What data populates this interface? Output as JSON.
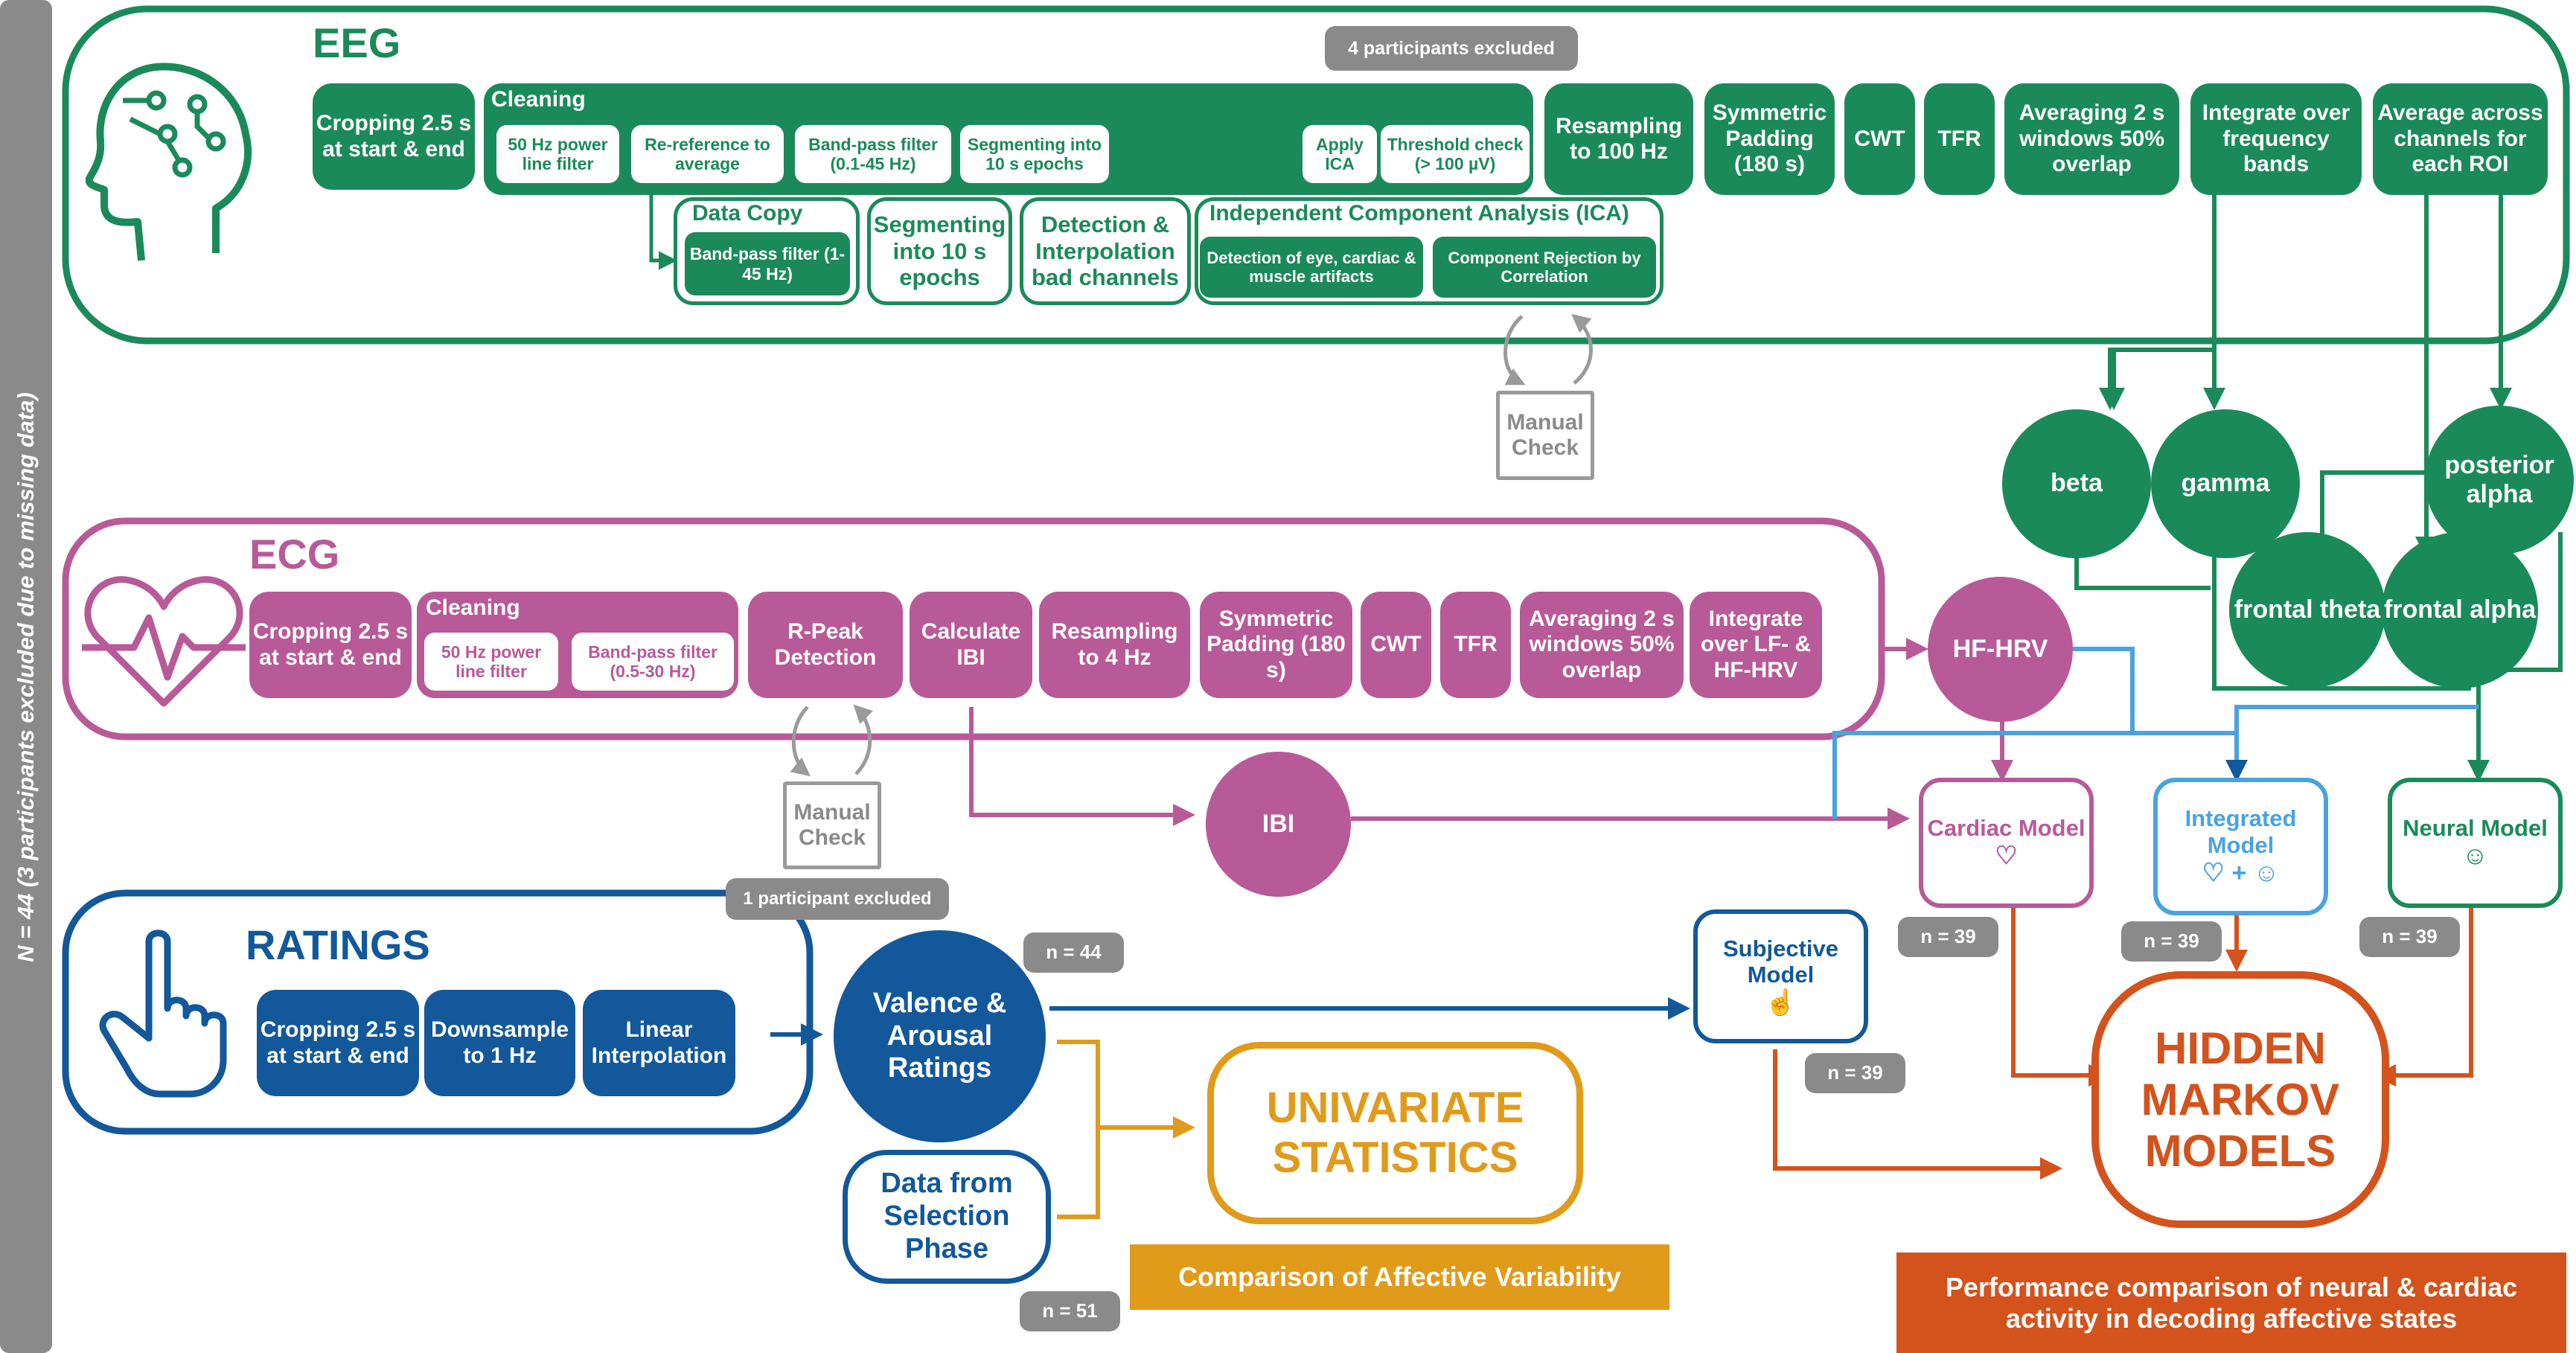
{
  "side_label": "N = 44 (3 participants excluded due to missing data)",
  "eeg": {
    "title": "EEG",
    "cropping": "Cropping 2.5 s at start & end",
    "cleaning": "Cleaning",
    "power_line": "50 Hz power line filter",
    "rereference": "Re-reference to average",
    "bandpass": "Band-pass filter (0.1-45 Hz)",
    "segmenting": "Segmenting into 10 s epochs",
    "apply_ica": "Apply ICA",
    "threshold": "Threshold check (> 100 µV)",
    "excluded": "4 participants excluded",
    "resampling": "Resampling to 100 Hz",
    "padding": "Symmetric Padding (180 s)",
    "cwt": "CWT",
    "tfr": "TFR",
    "averaging": "Averaging 2 s windows 50% overlap",
    "integrate": "Integrate over frequency bands",
    "average_roi": "Average across channels for each ROI",
    "data_copy": "Data Copy",
    "copy_bandpass": "Band-pass filter (1-45 Hz)",
    "seg2": "Segmenting into 10 s epochs",
    "interp": "Detection & Interpolation bad channels",
    "ica_title": "Independent Component Analysis (ICA)",
    "ica_detect": "Detection of eye, cardiac & muscle artifacts",
    "ica_reject": "Component Rejection by Correlation",
    "manual_check": "Manual Check"
  },
  "bands": {
    "beta": "beta",
    "gamma": "gamma",
    "posterior_alpha": "posterior alpha",
    "frontal_theta": "frontal theta",
    "frontal_alpha": "frontal alpha"
  },
  "ecg": {
    "title": "ECG",
    "cropping": "Cropping 2.5 s at start & end",
    "cleaning": "Cleaning",
    "power_line": "50 Hz power line filter",
    "bandpass": "Band-pass filter (0.5-30 Hz)",
    "rpeak": "R-Peak Detection",
    "ibi_calc": "Calculate IBI",
    "resampling": "Resampling to 4 Hz",
    "padding": "Symmetric Padding (180 s)",
    "cwt": "CWT",
    "tfr": "TFR",
    "averaging": "Averaging 2 s windows 50% overlap",
    "integrate": "Integrate over LF- & HF-HRV",
    "hfhrv": "HF-HRV",
    "ibi": "IBI",
    "manual_check": "Manual Check",
    "excluded": "1 participant excluded"
  },
  "ratings": {
    "title": "RATINGS",
    "cropping": "Cropping 2.5 s at start & end",
    "downsample": "Downsample to 1 Hz",
    "interpolation": "Linear Interpolation",
    "valence": "Valence & Arousal Ratings",
    "n44": "n = 44",
    "selection": "Data from Selection Phase",
    "n51": "n = 51"
  },
  "models": {
    "cardiac": "Cardiac Model",
    "integrated": "Integrated Model",
    "neural": "Neural Model",
    "subjective": "Subjective Model",
    "n39a": "n = 39",
    "n39b": "n = 39",
    "n39c": "n = 39",
    "n39d": "n = 39"
  },
  "univariate": "UNIVARIATE STATISTICS",
  "univariate_caption": "Comparison of Affective Variability",
  "hmm": "HIDDEN MARKOV MODELS",
  "hmm_caption": "Performance comparison of neural & cardiac activity in decoding affective states",
  "colors": {
    "eeg": "#1b8a5a",
    "ecg": "#b85a98",
    "ratings": "#12589b",
    "integrated": "#4aa3df",
    "univariate": "#e09b1a",
    "hmm": "#d4521c",
    "gray": "#8a8a8a"
  }
}
